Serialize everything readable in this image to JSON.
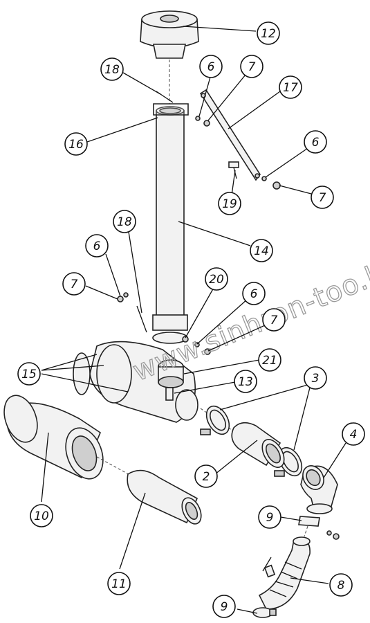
{
  "watermark": "www.sinhron-too.kz",
  "callouts": [
    {
      "label": "12"
    },
    {
      "label": "18"
    },
    {
      "label": "6"
    },
    {
      "label": "7"
    },
    {
      "label": "17"
    },
    {
      "label": "16"
    },
    {
      "label": "6"
    },
    {
      "label": "7"
    },
    {
      "label": "19"
    },
    {
      "label": "18"
    },
    {
      "label": "14"
    },
    {
      "label": "6"
    },
    {
      "label": "7"
    },
    {
      "label": "20"
    },
    {
      "label": "6"
    },
    {
      "label": "7"
    },
    {
      "label": "15"
    },
    {
      "label": "21"
    },
    {
      "label": "13"
    },
    {
      "label": "3"
    },
    {
      "label": "4"
    },
    {
      "label": "2"
    },
    {
      "label": "10"
    },
    {
      "label": "11"
    },
    {
      "label": "9"
    },
    {
      "label": "8"
    },
    {
      "label": "9"
    }
  ]
}
